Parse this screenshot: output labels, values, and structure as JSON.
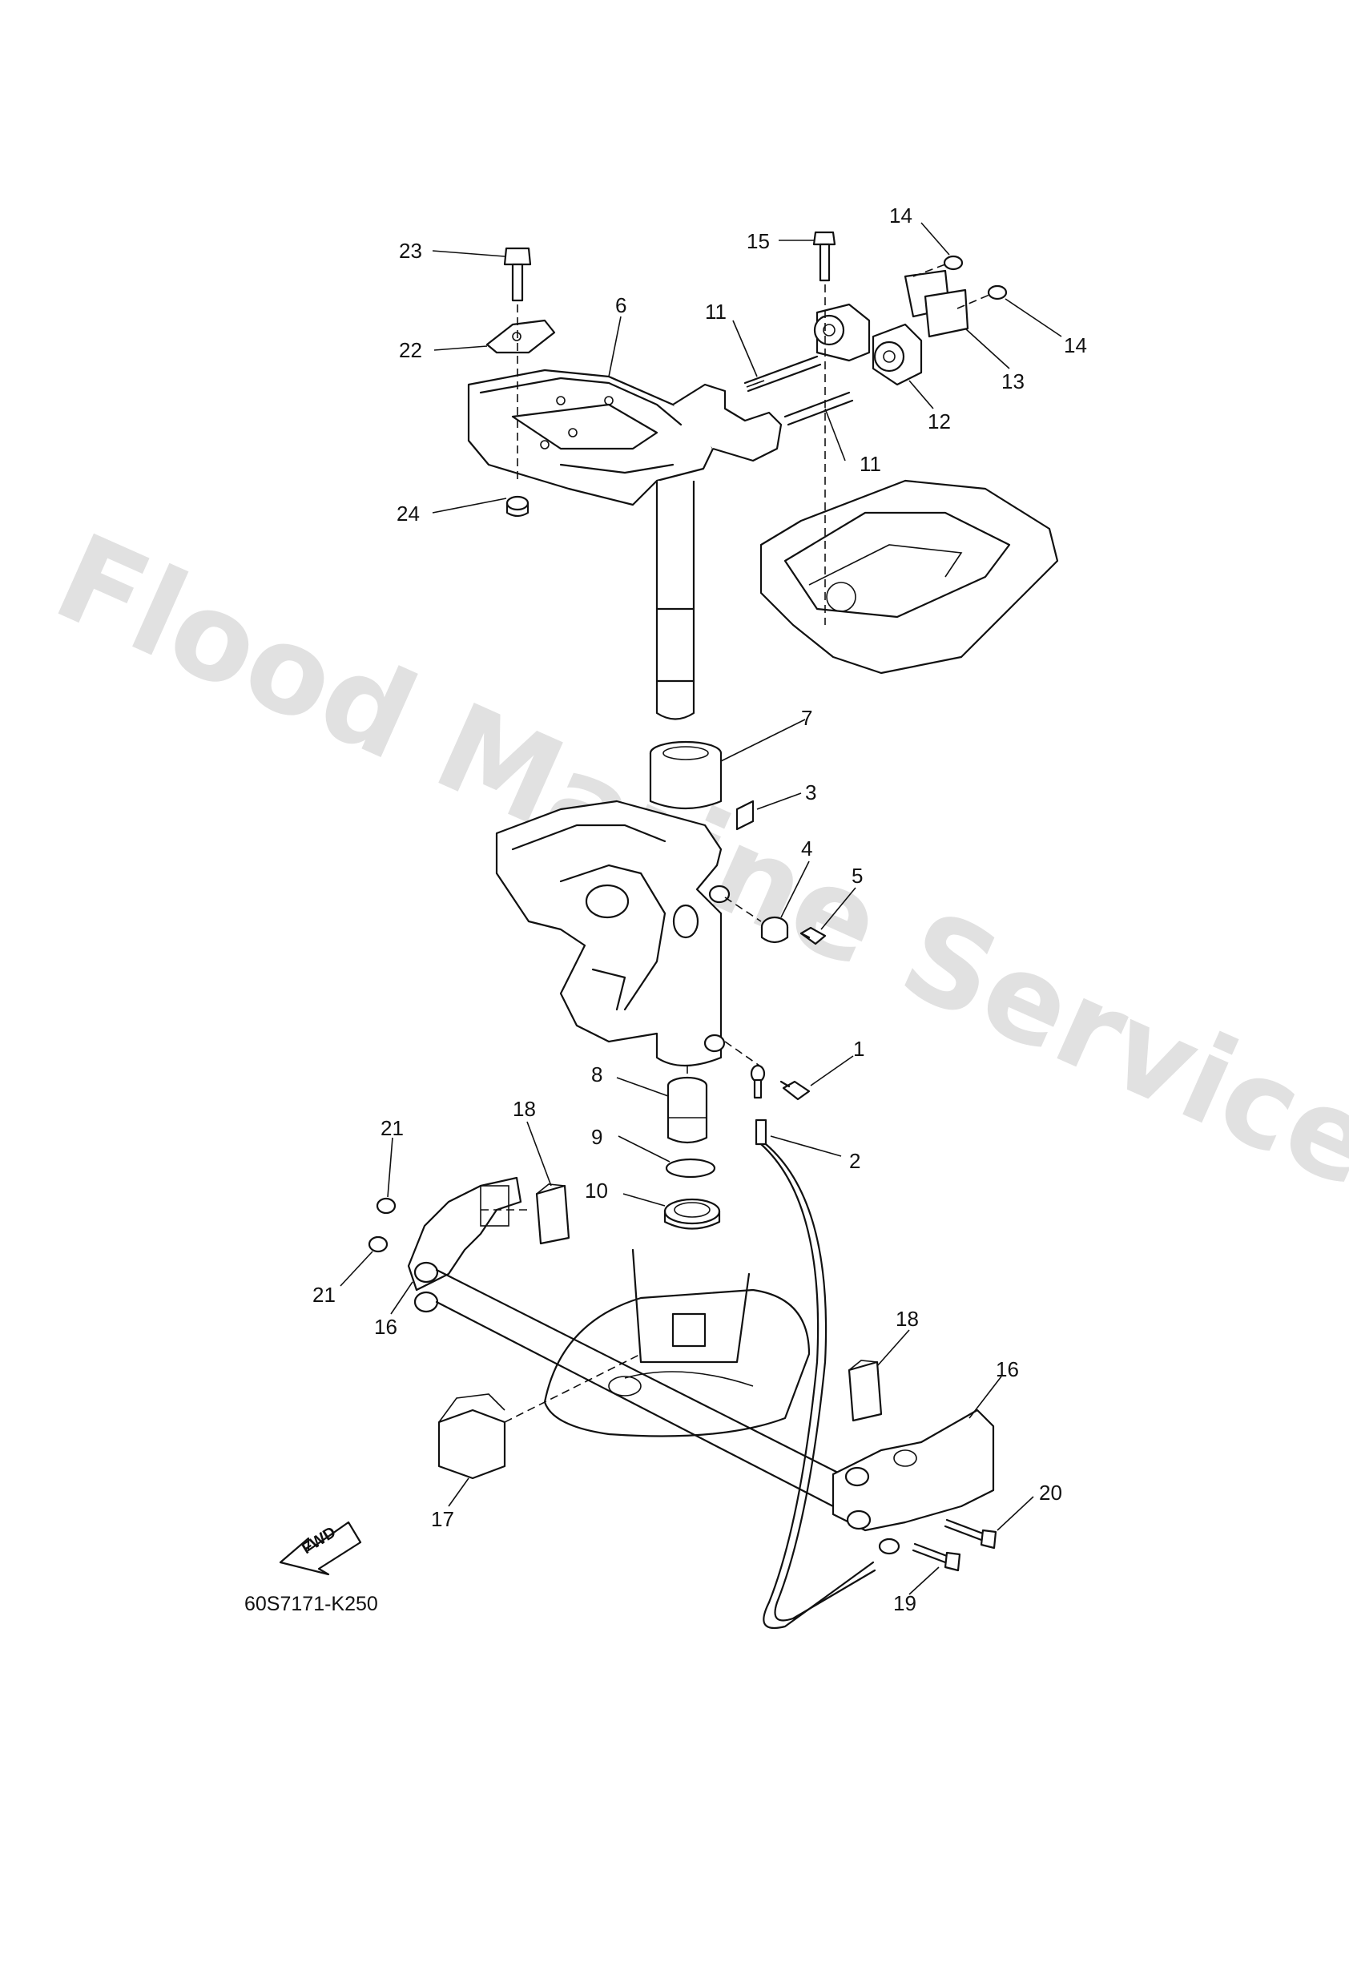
{
  "watermark": "Flood Marine Services",
  "diagram_code": "60S7171-K250",
  "fwd_label": "FWD",
  "callouts": [
    {
      "id": "c1",
      "label": "1"
    },
    {
      "id": "c2",
      "label": "2"
    },
    {
      "id": "c3",
      "label": "3"
    },
    {
      "id": "c4",
      "label": "4"
    },
    {
      "id": "c5",
      "label": "5"
    },
    {
      "id": "c6",
      "label": "6"
    },
    {
      "id": "c7",
      "label": "7"
    },
    {
      "id": "c8",
      "label": "8"
    },
    {
      "id": "c9",
      "label": "9"
    },
    {
      "id": "c10",
      "label": "10"
    },
    {
      "id": "c11a",
      "label": "11"
    },
    {
      "id": "c11b",
      "label": "11"
    },
    {
      "id": "c12",
      "label": "12"
    },
    {
      "id": "c13",
      "label": "13"
    },
    {
      "id": "c14a",
      "label": "14"
    },
    {
      "id": "c14b",
      "label": "14"
    },
    {
      "id": "c15",
      "label": "15"
    },
    {
      "id": "c16a",
      "label": "16"
    },
    {
      "id": "c16b",
      "label": "16"
    },
    {
      "id": "c17",
      "label": "17"
    },
    {
      "id": "c18a",
      "label": "18"
    },
    {
      "id": "c18b",
      "label": "18"
    },
    {
      "id": "c19",
      "label": "19"
    },
    {
      "id": "c20",
      "label": "20"
    },
    {
      "id": "c21a",
      "label": "21"
    },
    {
      "id": "c21b",
      "label": "21"
    },
    {
      "id": "c22",
      "label": "22"
    },
    {
      "id": "c23",
      "label": "23"
    },
    {
      "id": "c24",
      "label": "24"
    }
  ]
}
